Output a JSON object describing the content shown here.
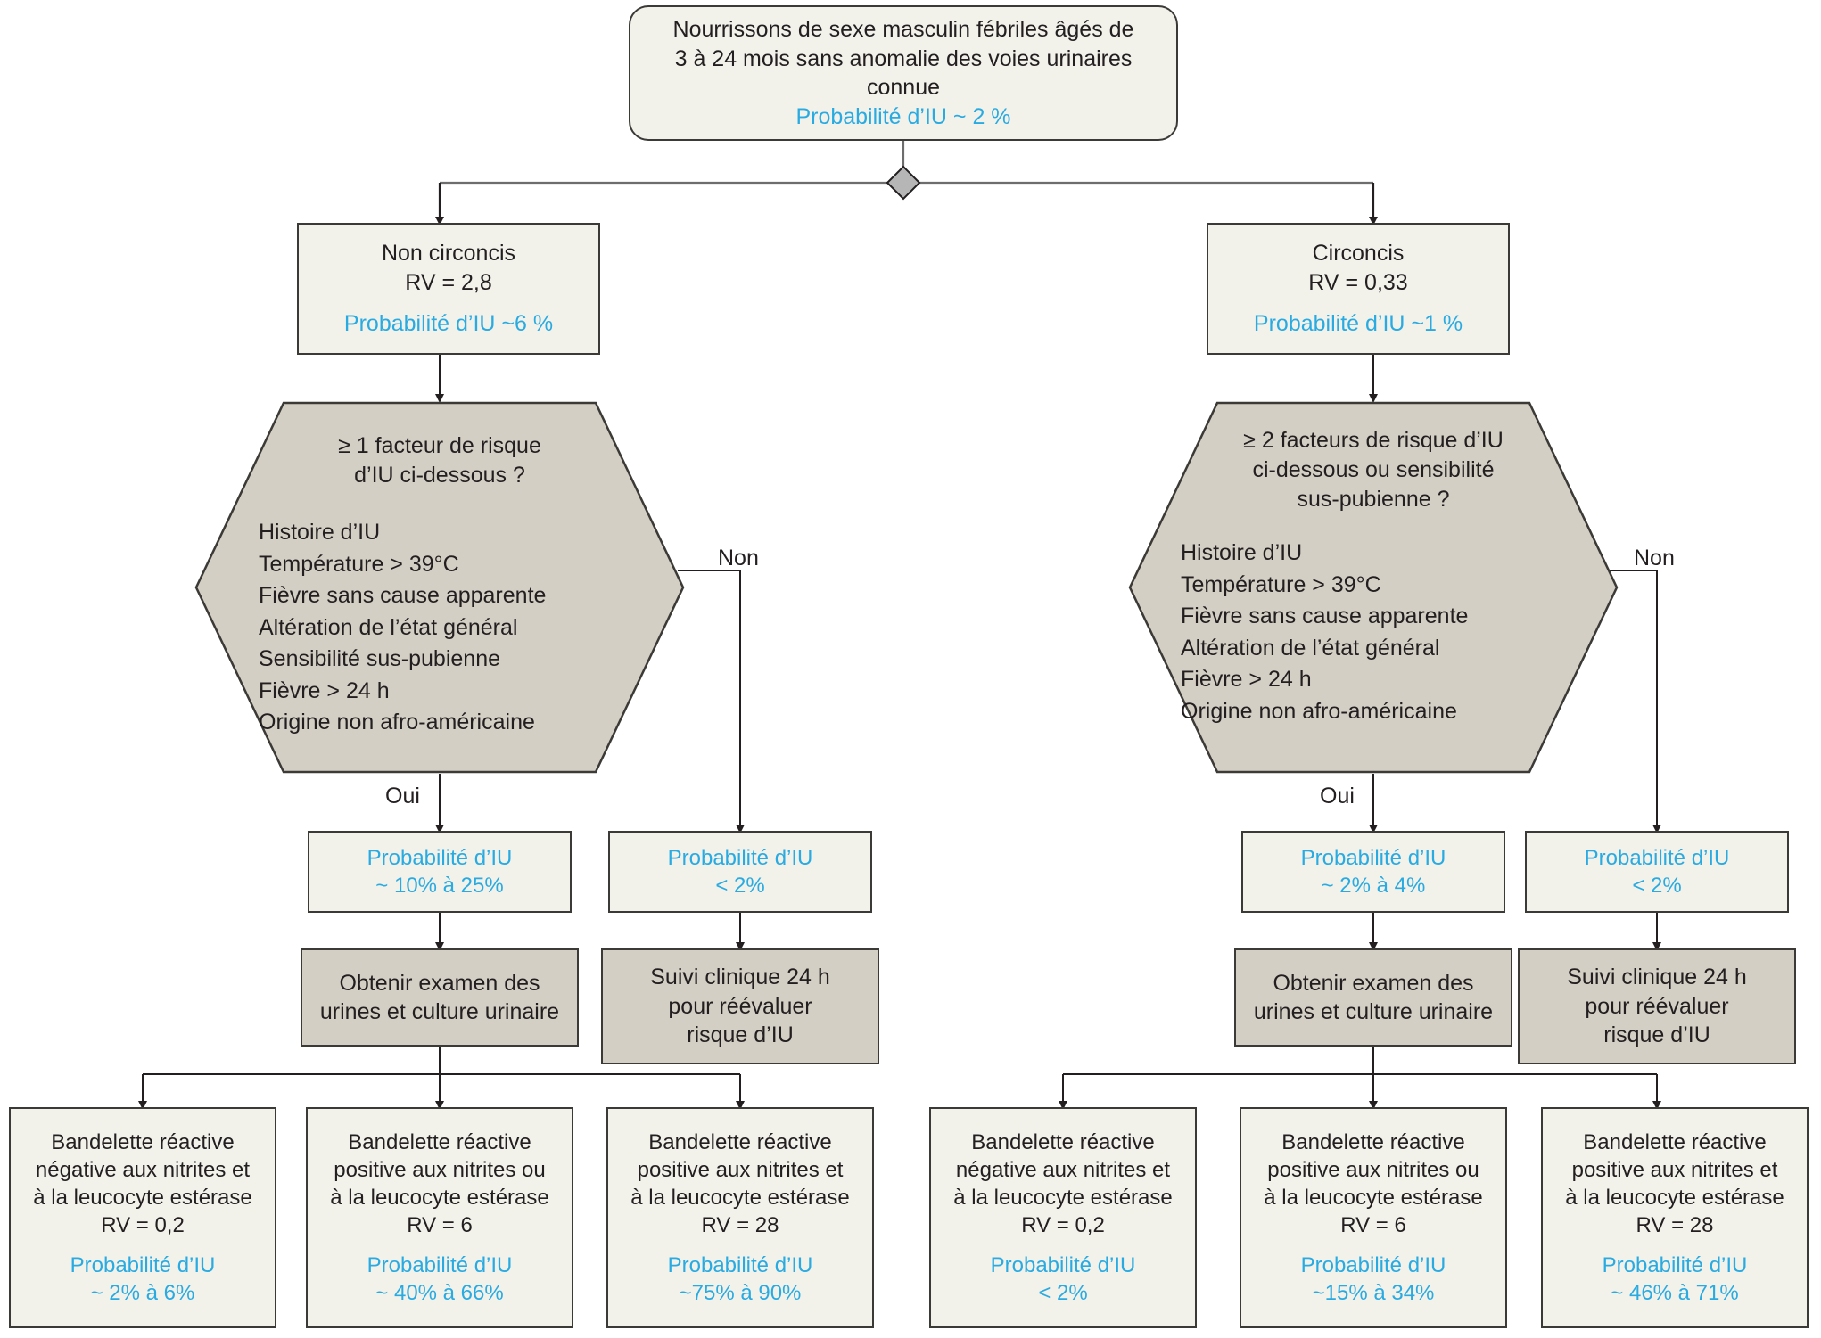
{
  "colors": {
    "probability_blue": "#29abe2",
    "box_fill": "#f2f1ea",
    "decision_fill": "#d4cfc4",
    "action_fill": "#d4cfc4",
    "stroke": "#3c3a36",
    "text": "#231f20",
    "diamond_fill": "#b6b6b6"
  },
  "root": {
    "line1": "Nourrissons de sexe masculin fébriles âgés de",
    "line2": "3  à 24 mois sans anomalie des voies urinaires",
    "line3": "connue",
    "probability": "Probabilité d’IU ~ 2 %"
  },
  "branches": {
    "left": {
      "status": {
        "title": "Non circoncis",
        "rv": "RV = 2,8",
        "probability": "Probabilité d’IU ~6 %"
      },
      "decision": {
        "question": "≥ 1 facteur de risque\nd’IU ci-dessous ?",
        "factors": "Histoire d’IU\nTempérature > 39°C\nFièvre sans cause apparente\nAltération de l’état général\nSensibilité sus-pubienne\nFièvre > 24 h\nOrigine non afro-américaine",
        "yes_label": "Oui",
        "no_label": "Non"
      },
      "yes_result": {
        "label": "Probabilité d’IU",
        "value": "~ 10% à 25%"
      },
      "no_result": {
        "label": "Probabilité d’IU",
        "value": "< 2%"
      },
      "yes_action": {
        "line1": "Obtenir examen des",
        "line2": "urines et culture urinaire"
      },
      "no_action": {
        "line1": "Suivi clinique 24 h",
        "line2": "pour réévaluer",
        "line3": "risque d’IU"
      },
      "outcomes": [
        {
          "line1": "Bandelette réactive",
          "line2": "négative aux nitrites et",
          "line3": "à la leucocyte estérase",
          "rv": "RV = 0,2",
          "prob_label": "Probabilité d’IU",
          "prob_value": "~ 2% à 6%"
        },
        {
          "line1": "Bandelette réactive",
          "line2": "positive aux nitrites ou",
          "line3": "à la leucocyte estérase",
          "rv": "RV = 6",
          "prob_label": "Probabilité d’IU",
          "prob_value": "~ 40% à 66%"
        },
        {
          "line1": "Bandelette réactive",
          "line2": "positive aux nitrites et",
          "line3": "à la leucocyte estérase",
          "rv": "RV = 28",
          "prob_label": "Probabilité d’IU",
          "prob_value": "~75% à 90%"
        }
      ]
    },
    "right": {
      "status": {
        "title": "Circoncis",
        "rv": "RV = 0,33",
        "probability": "Probabilité d’IU ~1 %"
      },
      "decision": {
        "question": "≥  2 facteurs de risque d’IU\nci-dessous ou sensibilité\nsus-pubienne ?",
        "factors": "Histoire d’IU\nTempérature > 39°C\nFièvre sans cause apparente\nAltération de l’état général\nFièvre > 24 h\nOrigine non afro-américaine",
        "yes_label": "Oui",
        "no_label": "Non"
      },
      "yes_result": {
        "label": "Probabilité d’IU",
        "value": "~ 2% à 4%"
      },
      "no_result": {
        "label": "Probabilité d’IU",
        "value": "< 2%"
      },
      "yes_action": {
        "line1": "Obtenir examen des",
        "line2": "urines et culture urinaire"
      },
      "no_action": {
        "line1": "Suivi clinique 24 h",
        "line2": "pour réévaluer",
        "line3": "risque d’IU"
      },
      "outcomes": [
        {
          "line1": "Bandelette réactive",
          "line2": "négative aux nitrites et",
          "line3": "à la leucocyte estérase",
          "rv": "RV = 0,2",
          "prob_label": "Probabilité d’IU",
          "prob_value": "< 2%"
        },
        {
          "line1": "Bandelette réactive",
          "line2": "positive aux nitrites ou",
          "line3": "à la leucocyte estérase",
          "rv": "RV = 6",
          "prob_label": "Probabilité d’IU",
          "prob_value": "~15% à 34%"
        },
        {
          "line1": "Bandelette réactive",
          "line2": "positive aux nitrites et",
          "line3": "à la leucocyte estérase",
          "rv": "RV = 28",
          "prob_label": "Probabilité d’IU",
          "prob_value": "~ 46% à 71%"
        }
      ]
    }
  }
}
